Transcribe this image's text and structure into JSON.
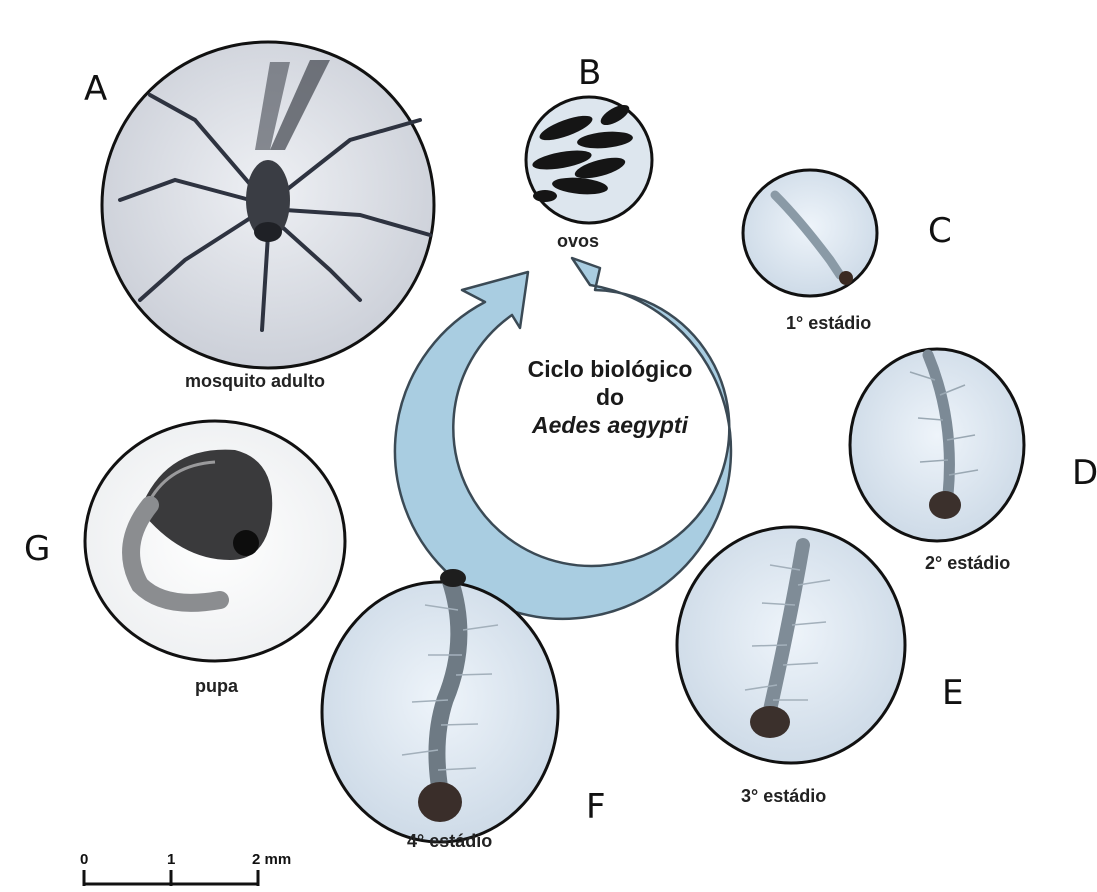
{
  "title": {
    "line1": "Ciclo biológico",
    "line2": "do",
    "line3": "Aedes aegypti"
  },
  "stages": [
    {
      "letter": "A",
      "caption": "mosquito adulto"
    },
    {
      "letter": "B",
      "caption": "ovos"
    },
    {
      "letter": "C",
      "caption": "1° estádio"
    },
    {
      "letter": "D",
      "caption": "2° estádio"
    },
    {
      "letter": "E",
      "caption": "3° estádio"
    },
    {
      "letter": "F",
      "caption": "4° estádio"
    },
    {
      "letter": "G",
      "caption": "pupa"
    }
  ],
  "scale_bar": {
    "ticks": [
      "0",
      "1",
      "2 mm"
    ]
  },
  "colors": {
    "arrow_fill": "#a9cde1",
    "arrow_stroke": "#3b4a55",
    "circle_border": "#111111",
    "photo_background": "#e6eef5"
  }
}
